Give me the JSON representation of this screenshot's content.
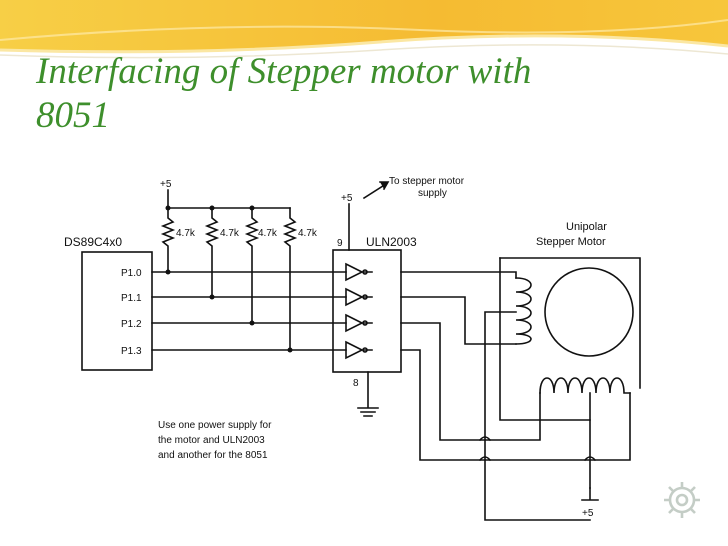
{
  "slide": {
    "title_line1": "Interfacing of Stepper motor with",
    "title_line2": "8051",
    "accent_color": "#f2c03a",
    "title_color": "#3e8f2c",
    "settings_icon": "gear-icon"
  },
  "diagram": {
    "mcu_label": "DS89C4x0",
    "pins": [
      "P1.0",
      "P1.1",
      "P1.2",
      "P1.3"
    ],
    "pullup_supply": "+5",
    "resistors": [
      "4.7k",
      "4.7k",
      "4.7k",
      "4.7k"
    ],
    "driver_label": "ULN2003",
    "driver_vcc_label": "+5",
    "driver_pin9": "9",
    "driver_pin8": "8",
    "motor_supply_note_line1": "To stepper motor",
    "motor_supply_note_line2": "supply",
    "motor_label_line1": "Unipolar",
    "motor_label_line2": "Stepper Motor",
    "motor_common_supply": "+5",
    "note_lines": [
      "Use one power supply for",
      "the motor and ULN2003",
      "and another for the 8051"
    ]
  }
}
